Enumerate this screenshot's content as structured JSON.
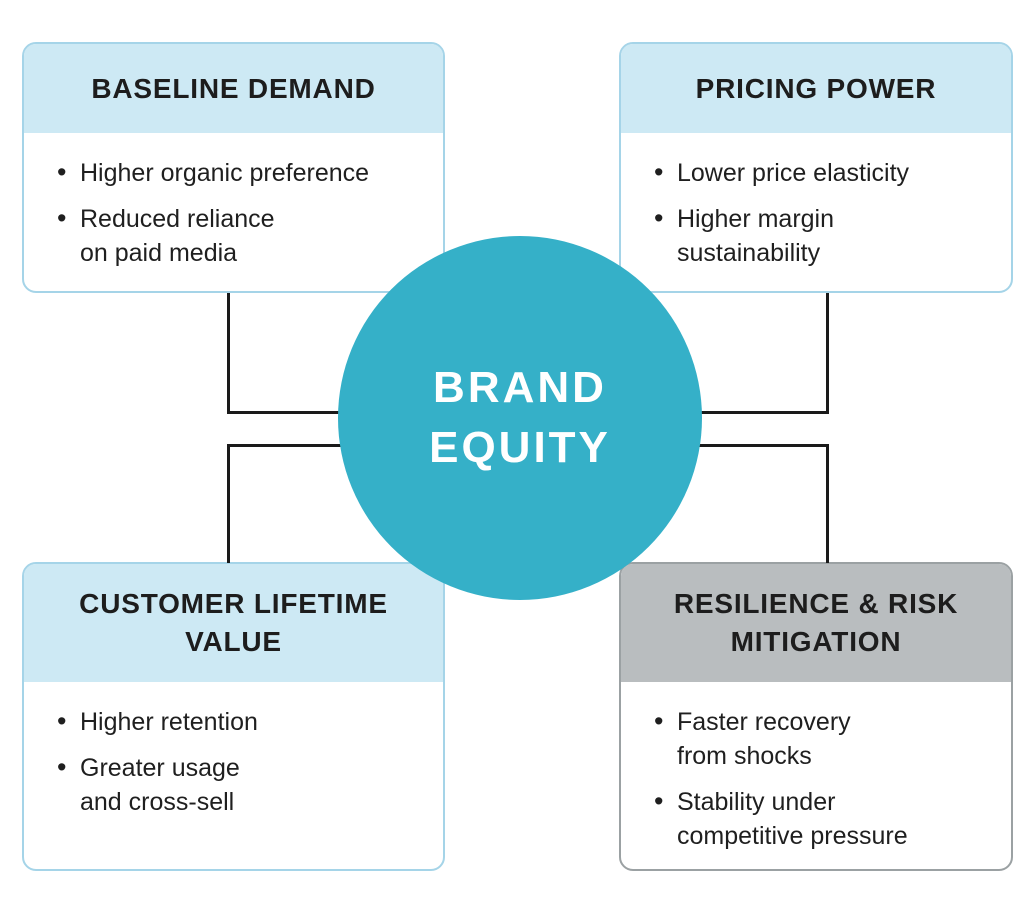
{
  "colors": {
    "teal": "#35b0c8",
    "header_blue": "#cde9f4",
    "border_blue": "#a5d4e8",
    "header_gray": "#b9bdbf",
    "border_gray": "#9ba1a3",
    "connector": "#1a1a1a",
    "title_text": "#1d1d1d",
    "body_text": "#1f1f1f",
    "circle_text": "#ffffff"
  },
  "center": {
    "label_lines": [
      "BRAND",
      "EQUITY"
    ]
  },
  "cards": {
    "top_left": {
      "title_lines": [
        "BASELINE DEMAND"
      ],
      "bullets": [
        [
          "Higher organic preference"
        ],
        [
          "Reduced reliance",
          "on paid media"
        ]
      ]
    },
    "top_right": {
      "title_lines": [
        "PRICING POWER"
      ],
      "bullets": [
        [
          "Lower price elasticity"
        ],
        [
          "Higher margin",
          "sustainability"
        ]
      ]
    },
    "bottom_left": {
      "title_lines": [
        "CUSTOMER LIFETIME",
        "VALUE"
      ],
      "bullets": [
        [
          "Higher retention"
        ],
        [
          "Greater usage",
          "and cross-sell"
        ]
      ]
    },
    "bottom_right": {
      "title_lines": [
        "RESILIENCE & RISK",
        "MITIGATION"
      ],
      "bullets": [
        [
          "Faster recovery",
          "from shocks"
        ],
        [
          "Stability under",
          "competitive pressure"
        ]
      ]
    }
  }
}
